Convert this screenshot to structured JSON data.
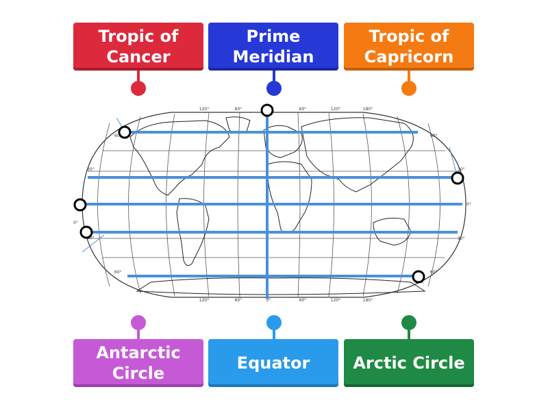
{
  "labels": [
    {
      "id": "tropic-of-cancer",
      "text": "Tropic of\nCancer",
      "color": "#dc2a3c",
      "shadow": "#a81c2b"
    },
    {
      "id": "prime-meridian",
      "text": "Prime\nMeridian",
      "color": "#2638d6",
      "shadow": "#1a27a0"
    },
    {
      "id": "tropic-of-capricorn",
      "text": "Tropic of\nCapricorn",
      "color": "#f57a12",
      "shadow": "#c45f08"
    },
    {
      "id": "antarctic-circle",
      "text": "Antarctic\nCircle",
      "color": "#c65ad6",
      "shadow": "#9c3eac"
    },
    {
      "id": "equator",
      "text": "Equator",
      "color": "#2a9bea",
      "shadow": "#1c78b8"
    },
    {
      "id": "arctic-circle",
      "text": "Arctic Circle",
      "color": "#1f8a45",
      "shadow": "#166633"
    }
  ],
  "map": {
    "top_ticks": [
      "120°",
      "60°",
      "0°",
      "60°",
      "120°",
      "180°"
    ],
    "bottom_ticks": [
      "120°",
      "60°",
      "0°",
      "60°",
      "120°",
      "180°"
    ],
    "left_lat": [
      "60°",
      "30°",
      "0°",
      "30°",
      "60°"
    ],
    "right_lat": [
      "60°",
      "30°",
      "0°",
      "30°",
      "60°"
    ],
    "line_color": "#4a90d9"
  }
}
